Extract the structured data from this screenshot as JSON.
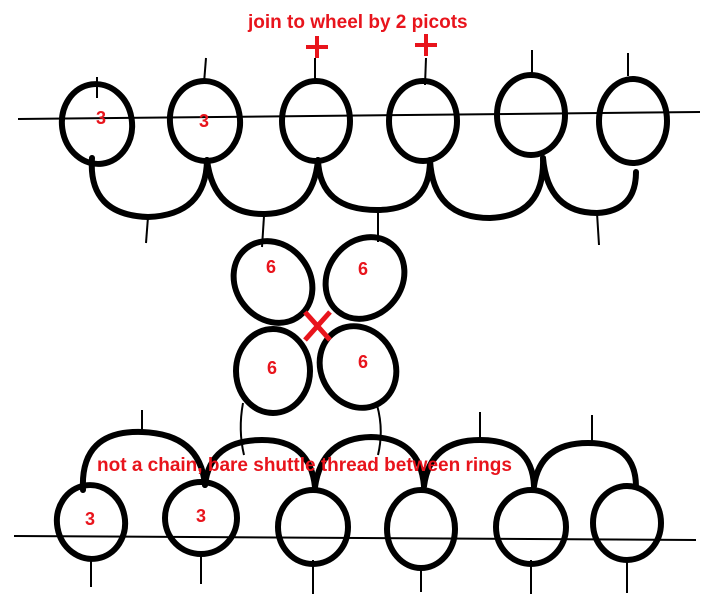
{
  "annotations": {
    "top_note": "join to wheel by 2 picots",
    "bottom_note": "not a chain, bare shuttle thread between rings",
    "cross_mark": "X"
  },
  "ring_labels": {
    "top_ring_1": "3",
    "top_ring_2": "3",
    "center_top_left": "6",
    "center_top_right": "6",
    "center_bottom_left": "6",
    "center_bottom_right": "6",
    "bottom_ring_1": "3",
    "bottom_ring_2": "3"
  },
  "icons": {
    "join_marker": "plus-icon",
    "crossing_marker": "x-icon"
  },
  "colors": {
    "annotation": "#e8141c",
    "line": "#000000",
    "background": "#ffffff"
  }
}
